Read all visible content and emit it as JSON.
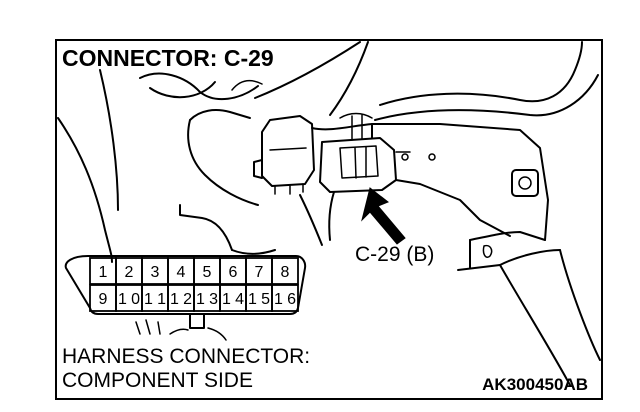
{
  "title": "CONNECTOR: C-29",
  "callout": "C-29 (B)",
  "harness_line1": "HARNESS CONNECTOR:",
  "harness_line2": "COMPONENT SIDE",
  "figure_code": "AK300450AB",
  "pins_top": [
    "1",
    "2",
    "3",
    "4",
    "5",
    "6",
    "7",
    "8"
  ],
  "pins_bottom": [
    "9",
    "10",
    "11",
    "12",
    "13",
    "14",
    "15",
    "16"
  ]
}
